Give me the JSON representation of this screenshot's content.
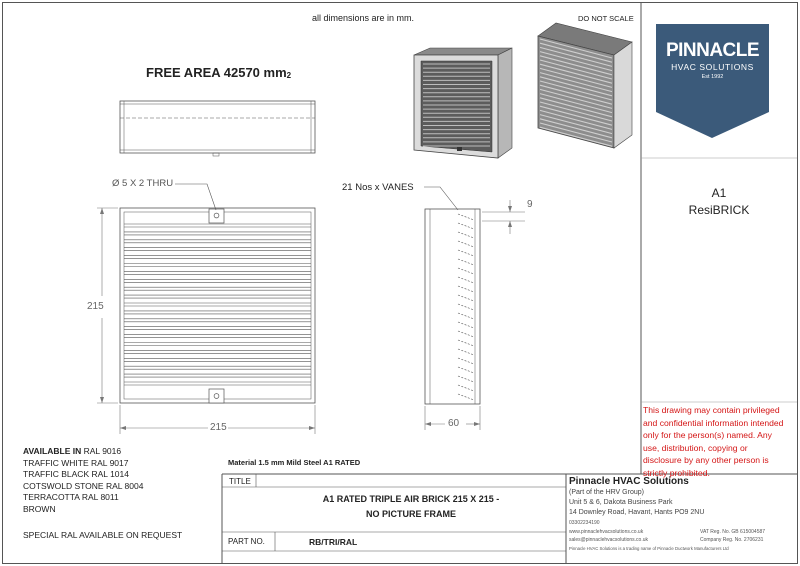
{
  "header": {
    "dimensions_note": "all dimensions are in mm.",
    "do_not_scale": "DO NOT SCALE"
  },
  "free_area": {
    "text": "FREE AREA 42570 mm",
    "superscript": "2"
  },
  "callouts": {
    "hole": "Ø 5 X 2 THRU",
    "vanes": "21 Nos x VANES"
  },
  "dimensions": {
    "height": "215",
    "width": "215",
    "depth": "60",
    "vane_pitch": "9"
  },
  "brand": {
    "name": "PINNACLE",
    "sub": "HVAC SOLUTIONS",
    "est": "Est 1992"
  },
  "product": {
    "rating": "A1",
    "name": "ResiBRICK"
  },
  "confidentiality": [
    "This drawing may contain privileged",
    "and confidential information intended",
    "only for the person(s) named. Any",
    "use, distribution, copying or",
    "disclosure by any other person is",
    "strictly prohibited."
  ],
  "availability": {
    "heading_bold": "AVAILABLE IN",
    "heading_rest": " RAL 9016",
    "colours": [
      "TRAFFIC WHITE RAL 9017",
      "TRAFFIC BLACK RAL 1014",
      "COTSWOLD STONE RAL 8004",
      "TERRACOTTA RAL 8011",
      "BROWN"
    ],
    "special": "SPECIAL RAL AVAILABLE ON REQUEST"
  },
  "material": "Material 1.5 mm Mild Steel A1 RATED",
  "title_block": {
    "title_label": "TITLE",
    "title_line1": "A1 RATED TRIPLE AIR BRICK 215 X 215 -",
    "title_line2": "NO PICTURE FRAME",
    "part_label": "PART NO.",
    "part_no": "RB/TRI/RAL"
  },
  "company": {
    "name": "Pinnacle HVAC Solutions",
    "group": "(Part of the HRV Group)",
    "addr1": "Unit 5 & 6, Dakota Business Park",
    "addr2": "14 Downley Road, Havant, Hants PO9 2NU",
    "phone": "03302234190",
    "web": "www.pinnaclehvacsolutions.co.uk",
    "email": "sales@pinnaclehvacsolutions.co.uk",
    "vat": "VAT Reg. No. GB 615004587",
    "company_reg": "Company Reg. No. 2706231",
    "footer": "Pinnacle HVAC Solutions is a trading name of Pinnacle Ductwork Manufacturers Ltd"
  },
  "colors": {
    "brand_blue": "#3b5a7a",
    "warning_red": "#d41616"
  }
}
